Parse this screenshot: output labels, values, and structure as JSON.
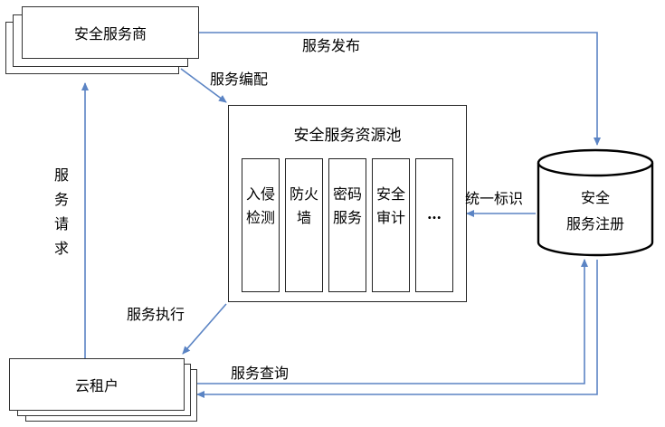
{
  "nodes": {
    "provider": "安全服务商",
    "tenant": "云租户",
    "pool_title": "安全服务资源池",
    "registry_line1": "安全",
    "registry_line2": "服务注册"
  },
  "pool_items": [
    {
      "line1": "入侵",
      "line2": "检测"
    },
    {
      "line1": "防火",
      "line2": "墙"
    },
    {
      "line1": "密码",
      "line2": "服务"
    },
    {
      "line1": "安全",
      "line2": "审计"
    },
    {
      "line1": "…",
      "line2": ""
    }
  ],
  "edges": {
    "publish": "服务发布",
    "compose": "服务编配",
    "request": [
      "服",
      "务",
      "请",
      "求"
    ],
    "unified_id": "统一标识",
    "execute": "服务执行",
    "query": "服务查询"
  },
  "colors": {
    "arrow": "#5b84c4",
    "border": "#222222"
  }
}
